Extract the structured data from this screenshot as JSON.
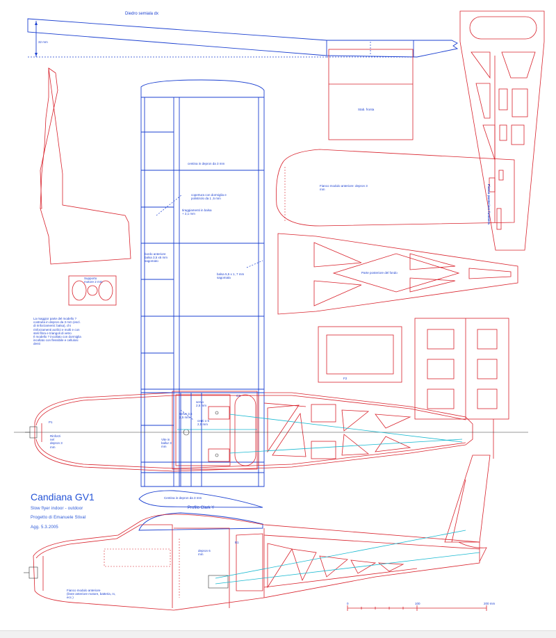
{
  "sheet": {
    "title": "Candiana GV1",
    "subtitle": "Slow flyer indoor - outdoor",
    "designer": "Progetto di Emanuele Stival",
    "updated": "Agg. 5.3.2005"
  },
  "labels": {
    "dihedral": "Diedro semiala dx",
    "dihedral_height": "32 mm",
    "stabilizer": "Stab. fronta",
    "wing_leading_edge": "centina in depron da 3 mm",
    "wing_spar_note": "copertura con dormiglia e\npolistirolo da 1 ,5 mm",
    "wing_rib_note": "tiraggiamenti in balsa\n+ 2,1 mm",
    "wing_left_note": "bordo anteriore\nbalsa 3,5 x5 mm\nsagomato",
    "wing_right_note": "balsa 5,5 x 1, 7 mm\nsagomata",
    "fuselage_side_top": "Fianco modulo anteriore: depron 3\nmm",
    "fuselage_bottom": "Parte posteriore del fondo",
    "tail_side_vertical": "Fianco posteriore fusoliera",
    "motor_mount": "Supporto\nmotore 2 mm",
    "left_note": "La maggior parte del modello ?\ncostruita in depron da 3 mm (escl.\ndi rinforzamenti: balsa), chi\nrinforzamenti acrilici e molti e con\nsteli fibra e triangoli di vetro\nIl modello ? incollato con dormiglia\nincollato con flessibile e cellulosi\ndenti",
    "motor_label_1": "Rinforzi\nnel\ndepron 3\nmm",
    "servo_label": "servo 3,5\n2,5 mm",
    "servo2_label": "servo\n2,5 mm",
    "spar_label": "Vite in\nballur 3\nmm",
    "rudder_label": "centi o 5\n2,5 mm",
    "cutout_label": "C2",
    "p1_label": "P1",
    "airfoil_label": "Profilo Clark Y",
    "rib_label": "Centina in depron da 3 mm",
    "fuselage_bottom_side": "Fianco modulo anteriore\n(linee anteriore motore, batteria, rx,\necc.)",
    "side_servo_label": "depron 6\nmm",
    "f2_label": "F2",
    "b_label": "B1",
    "scale_0": "0",
    "scale_100": "100",
    "scale_200": "200 mm"
  },
  "colors": {
    "red": "#d8202a",
    "blue": "#1a3fd0",
    "cyan": "#16b8d0",
    "background": "#ffffff"
  }
}
